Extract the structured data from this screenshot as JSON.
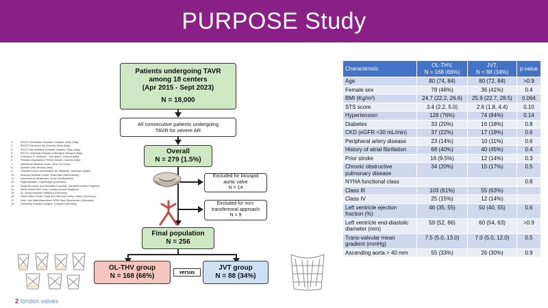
{
  "header": {
    "title": "PURPOSE Study"
  },
  "flow": {
    "top": {
      "line1": "Patients undergoing TAVR",
      "line2": "among 18 centers",
      "line3": "(Apr 2015 - Sept 2023)",
      "line4": "N = 18,000"
    },
    "consecutive": {
      "line1": "All consecutive patients undergoing",
      "line2": "TAVR for severe AR"
    },
    "overall": {
      "line1": "Overall",
      "line2": "N = 279 (1.5%)"
    },
    "excl1": {
      "line1": "Excluded for bicuspid",
      "line2": "aortic valve",
      "line3": "N = 14"
    },
    "excl2": {
      "line1": "Excluded for non-",
      "line2": "transfemoral approach",
      "line3": "N = 9"
    },
    "final": {
      "line1": "Final population",
      "line2": "N = 256"
    },
    "olthv": {
      "line1": "OL-THV group",
      "line2": "N = 168 (66%)"
    },
    "jvt": {
      "line1": "JVT group",
      "line2": "N = 88 (34%)"
    },
    "versus": "versus"
  },
  "centers": [
    {
      "n": "1.",
      "t": "IRCCS Humanitas Research Hospital, Milan (Italy)"
    },
    {
      "n": "2.",
      "t": "IRCCS Policlinico San Donato, Milan (Italy)"
    },
    {
      "n": "3.",
      "t": "IRCCS San Raffaele Scientific Institute, Milan (Italy)"
    },
    {
      "n": "4.",
      "t": "IRCCS University Hospital of Bologna, Bologna (Italy)"
    },
    {
      "n": "5.",
      "t": "Policlinico G. Rodolico - San Marco, Catania (Italy)"
    },
    {
      "n": "6.",
      "t": "Presidio Ospedaliero Pineta Grande, Caserta (Italy)"
    },
    {
      "n": "7.",
      "t": "Montefiore Medical Center, New York (Usa)"
    },
    {
      "n": "8.",
      "t": "Spedali Civili, Brescia (Italy)"
    },
    {
      "n": "9.",
      "t": "Hospital Clínico Universitario de Valladolid, Valladolid (Spain)"
    },
    {
      "n": "10.",
      "t": "Erasmus Medical Center, Rotterdam (Netherlands)"
    },
    {
      "n": "11.",
      "t": "Herzzentrum Hirslanden, Zurich (Switzerland)"
    },
    {
      "n": "12.",
      "t": "Rigshospitalet, Copenhagen (Denmark)"
    },
    {
      "n": "13.",
      "t": "Royal Brompton and Harefield Hospitals, Harefield (United Kingdom)"
    },
    {
      "n": "14.",
      "t": "Barts Health NHS Trust, London (United Kingdom)"
    },
    {
      "n": "15.",
      "t": "St. Georg Hospital, Hamburg (Germany)"
    },
    {
      "n": "16.",
      "t": "Heart Valve Center, Heart and Vascular Center, Mainz (Germany)"
    },
    {
      "n": "17.",
      "t": "Herz- und Diabeteszentrum NRW, Bad Oeynhausen (Germany)"
    },
    {
      "n": "18.",
      "t": "University Hospital Cologne, Cologne (Germany)"
    }
  ],
  "table": {
    "headers": {
      "characteristic": "Characteristic",
      "ol1": "OL-THV,",
      "ol2": "N = 168 (66%)",
      "jvt1": "JVT,",
      "jvt2": "N = 88 (34%)",
      "p": "p-value"
    },
    "rows": [
      [
        "Age",
        "80 (74, 84)",
        "80 (72, 84)",
        ">0.9"
      ],
      [
        "Female sex",
        "78 (46%)",
        "36 (41%)",
        "0.4"
      ],
      [
        "BMI (Kg/m²)",
        "24.7 (22.2, 26.6)",
        "25.9 (22.7, 28.5)",
        "0.064"
      ],
      [
        "STS score",
        "3.4 (2.2, 5.0)",
        "2.6 (1.8, 4.4)",
        "0.10"
      ],
      [
        "Hypertension",
        "128 (76%)",
        "74 (84%)",
        "0.14"
      ],
      [
        "Diabetes",
        "33 (20%)",
        "16 (18%)",
        "0.8"
      ],
      [
        "CKD (eGFR <30 mL/min)",
        "37 (22%)",
        "17 (19%)",
        "0.6"
      ],
      [
        "Peripheral artery disease",
        "23 (14%)",
        "10 (11%)",
        "0.6"
      ],
      [
        "History of atrial fibrillation",
        "68 (40%)",
        "40 (45%)",
        "0.4"
      ],
      [
        "Prior stroke",
        "16 (9.5%)",
        "12 (14%)",
        "0.3"
      ],
      [
        "Chronic obstructive pulmonary disease",
        "34 (20%)",
        "15 (17%)",
        "0.5"
      ],
      [
        "NYHA functional class",
        "",
        "",
        "0.8"
      ],
      [
        "Class III",
        "103 (61%)",
        "55 (63%)",
        ""
      ],
      [
        "Class IV",
        "25 (15%)",
        "12 (14%)",
        ""
      ],
      [
        "Left ventricle ejection fraction (%)",
        "46 (35, 55)",
        "50 (40, 55)",
        "0.6"
      ],
      [
        "Left ventricle end-diastolic diameter (mm)",
        "59 (52, 66)",
        "60 (54, 63)",
        ">0.9"
      ],
      [
        "Trans-valvular mean gradient (mmHg)",
        "7.5 (5.0, 13.0)",
        "7.0 (5.0, 12.0)",
        "0.5"
      ],
      [
        "Ascending aorta > 40 mm",
        "55 (33%)",
        "26 (30%)",
        "0.9"
      ]
    ]
  },
  "logo": {
    "mark": "2",
    "text": "london valves"
  },
  "colors": {
    "banner": "#8a1f86",
    "table_header": "#4472c4",
    "green_box": "#cfe8c4",
    "red_box": "#f4c6bd",
    "blue_box": "#cfe0f2"
  }
}
